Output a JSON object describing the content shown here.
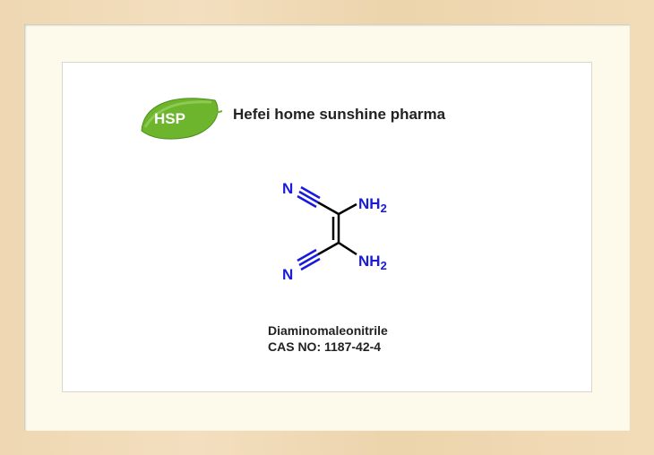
{
  "logo": {
    "text": "HSP"
  },
  "company_name": "Hefei home sunshine pharma",
  "molecule": {
    "atoms": {
      "n_top": "N",
      "n_bottom": "N",
      "nh2_top": "NH",
      "nh2_bottom": "NH",
      "subscript": "2"
    }
  },
  "product": {
    "name": "Diaminomaleonitrile",
    "cas": "CAS NO: 1187-42-4"
  },
  "colors": {
    "frame": "#eed7b2",
    "mat": "#fdfaec",
    "atom_blue": "#1a1adc",
    "leaf_green": "#6cb52d"
  }
}
